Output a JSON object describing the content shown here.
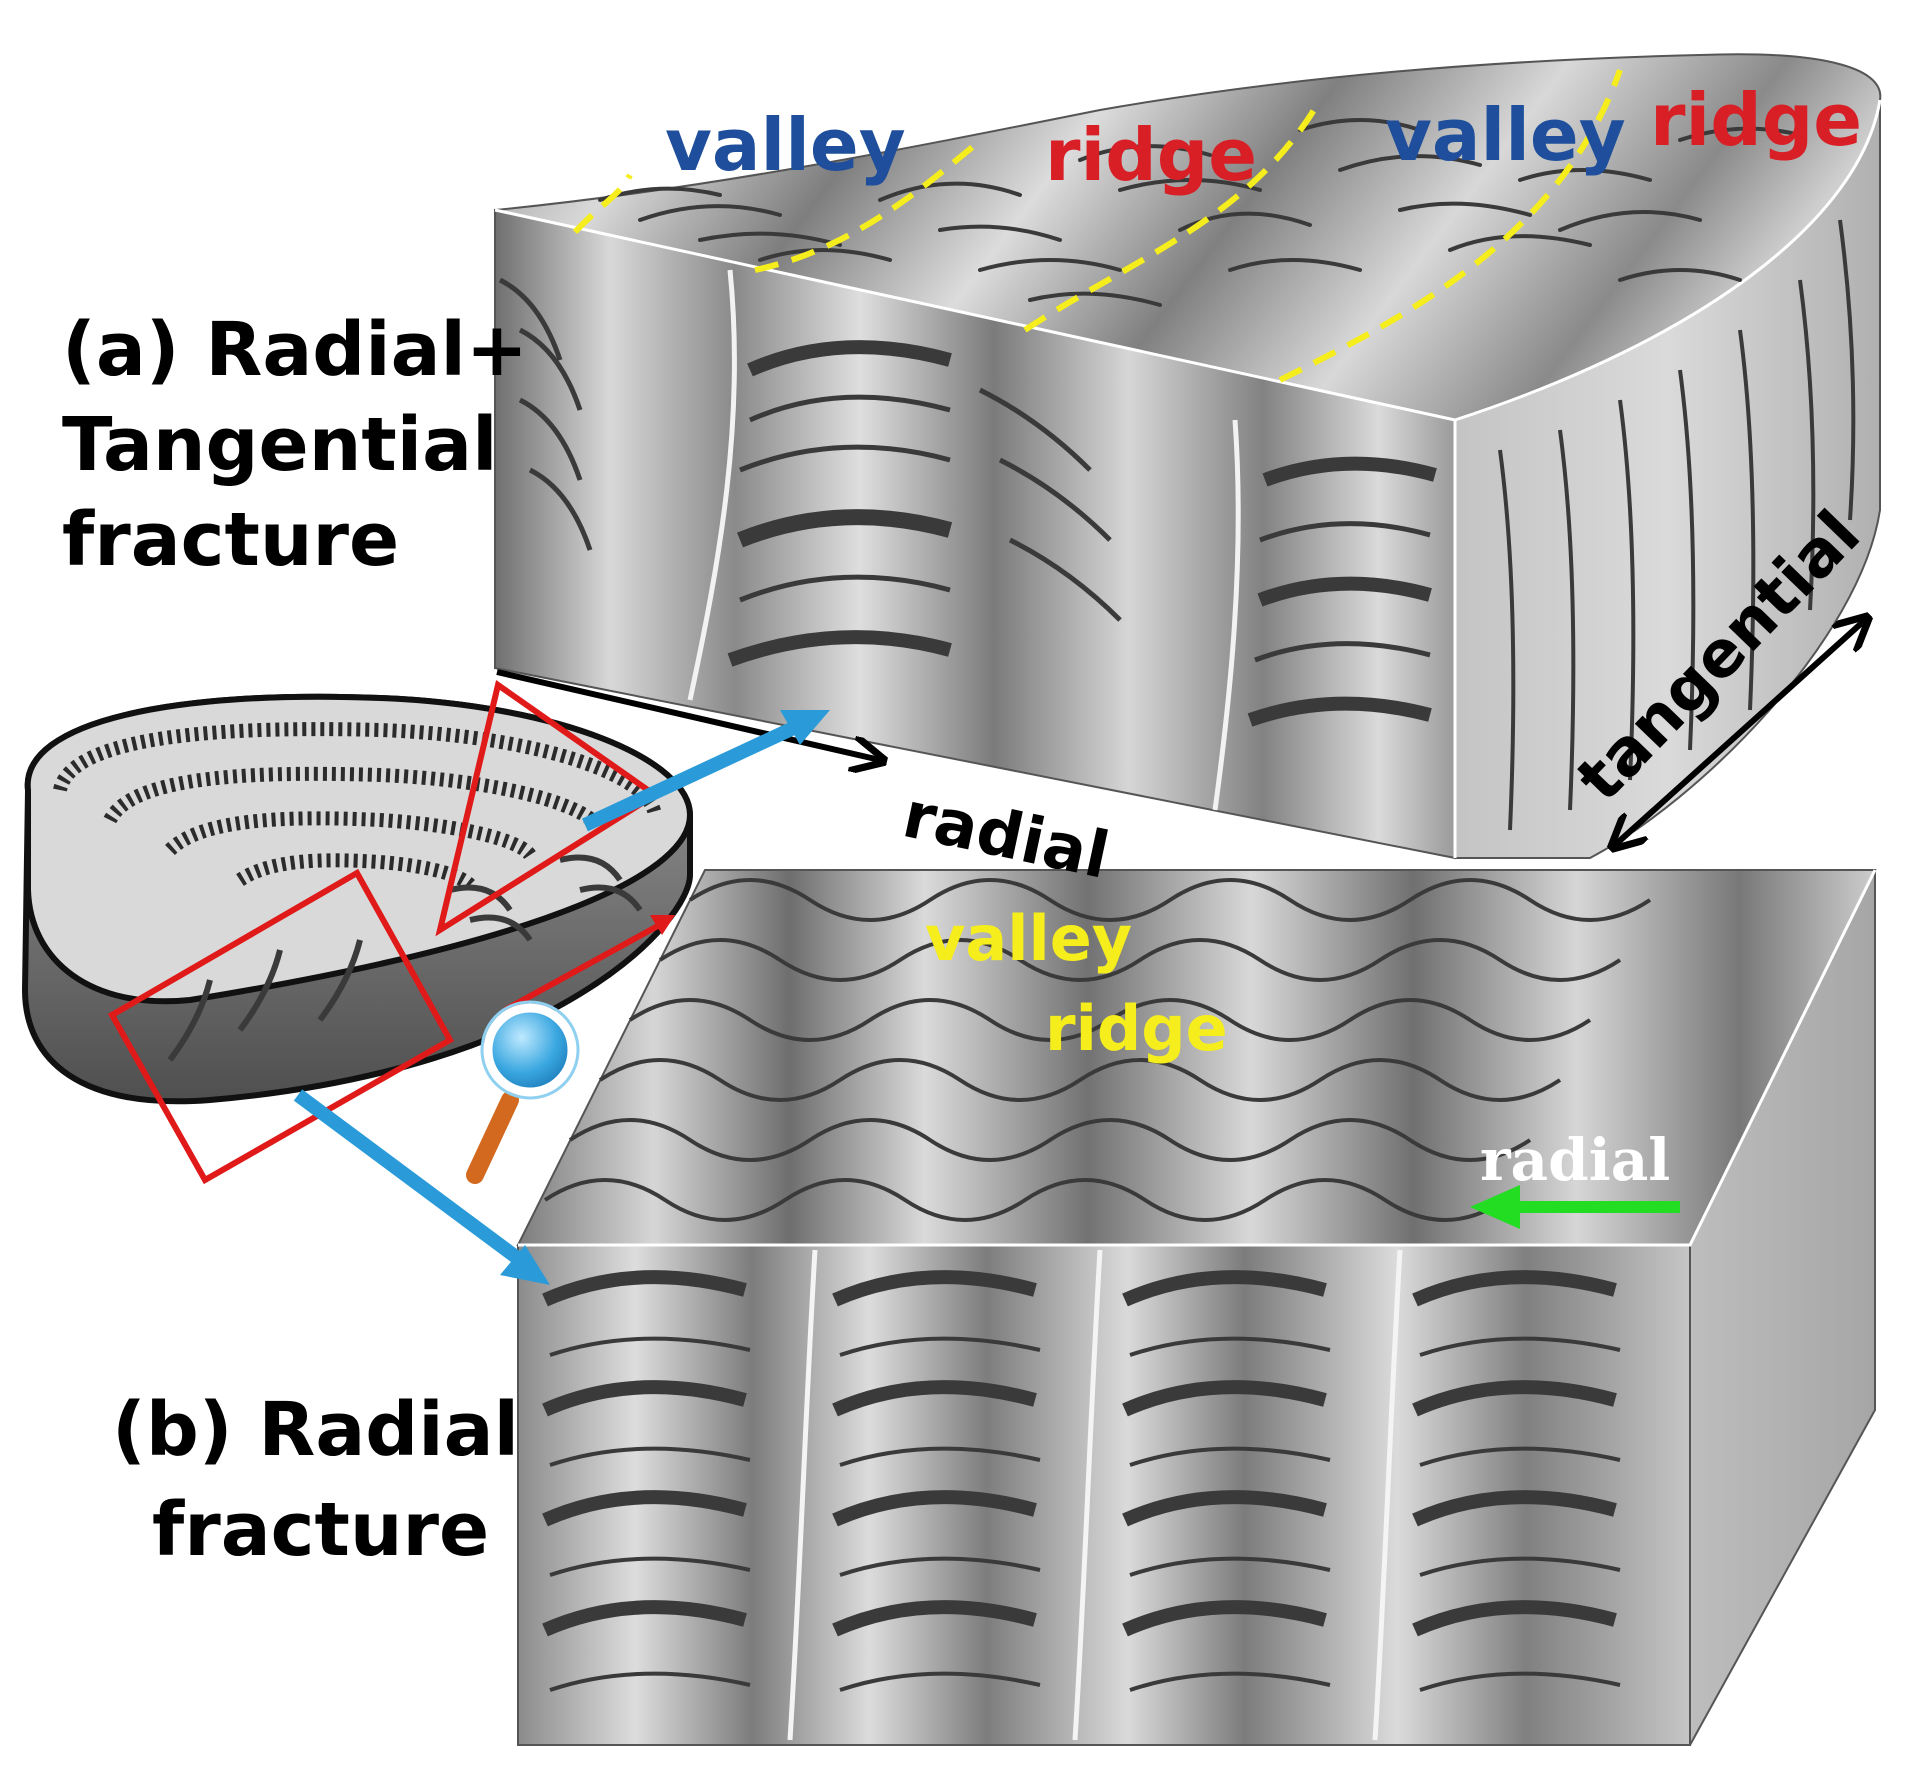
{
  "panel_a": {
    "title_line1": "(a) Radial+",
    "title_line2": "Tangential",
    "title_line3": "fracture",
    "top_labels": [
      "valley",
      "ridge",
      "valley",
      "ridge"
    ],
    "axis_radial": "radial",
    "axis_tangential": "tangential"
  },
  "panel_b": {
    "title_line1": "(b) Radial",
    "title_line2": "fracture",
    "label_valley": "valley",
    "label_ridge": "ridge",
    "axis_radial": "radial"
  },
  "colors": {
    "valley_blue": "#1f4f9c",
    "ridge_red": "#d81f26",
    "yellow": "#f5ee1c",
    "blue_arrow": "#2a9bd8",
    "green_arrow": "#22dd22",
    "red_box": "#e01919",
    "gray_light": "#d3d3d3",
    "gray_mid": "#9a9a9a",
    "gray_dark": "#5a5a5a"
  },
  "icons": [
    "magnifier-icon"
  ]
}
